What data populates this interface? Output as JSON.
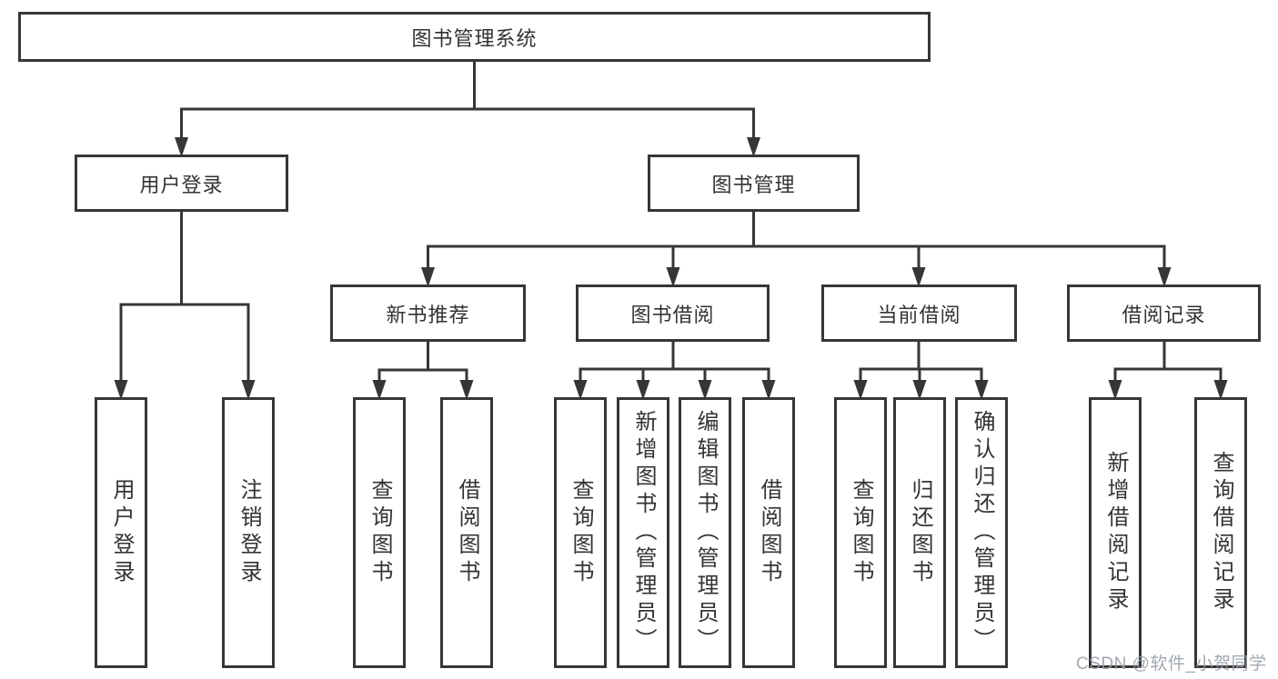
{
  "diagram_type": "functional-structure-tree",
  "colors": {
    "line": "#363636",
    "box_border": "#363636",
    "text": "#333333",
    "watermark": "#999fa8",
    "background": "#ffffff"
  },
  "tree": {
    "label": "图书管理系统",
    "children": [
      {
        "label": "用户登录",
        "children": [
          {
            "label": "用户登录"
          },
          {
            "label": "注销登录"
          }
        ]
      },
      {
        "label": "图书管理",
        "children": [
          {
            "label": "新书推荐",
            "children": [
              {
                "label": "查询图书"
              },
              {
                "label": "借阅图书"
              }
            ]
          },
          {
            "label": "图书借阅",
            "children": [
              {
                "label": "查询图书"
              },
              {
                "label": "新增图书（管理员）"
              },
              {
                "label": "编辑图书（管理员）"
              },
              {
                "label": "借阅图书"
              }
            ]
          },
          {
            "label": "当前借阅",
            "children": [
              {
                "label": "查询图书"
              },
              {
                "label": "归还图书"
              },
              {
                "label": "确认归还（管理员）"
              }
            ]
          },
          {
            "label": "借阅记录",
            "children": [
              {
                "label": "新增借阅记录"
              },
              {
                "label": "查询借阅记录"
              }
            ]
          }
        ]
      }
    ]
  },
  "watermark": "CSDN @软件_小贺同学"
}
